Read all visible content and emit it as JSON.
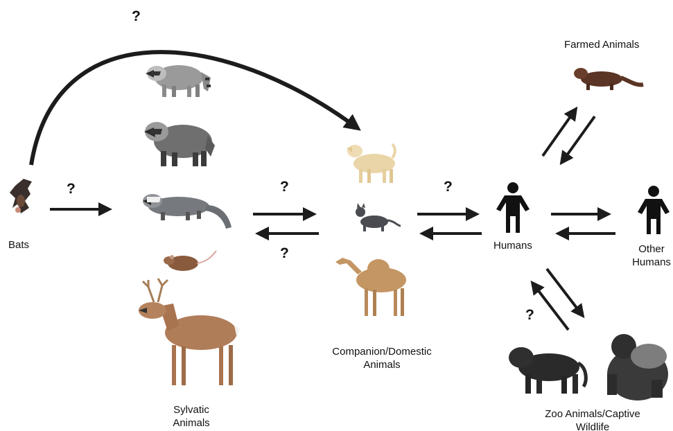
{
  "labels": {
    "bats": "Bats",
    "sylvatic_1": "Sylvatic",
    "sylvatic_2": "Animals",
    "companion_1": "Companion/Domestic",
    "companion_2": "Animals",
    "humans": "Humans",
    "other_humans_1": "Other",
    "other_humans_2": "Humans",
    "farmed": "Farmed Animals",
    "zoo_1": "Zoo Animals/Captive",
    "zoo_2": "Wildlife"
  },
  "question_mark": "?",
  "icons": {
    "bat": "bat-icon",
    "raccoon": "raccoon-icon",
    "raccoon_dog": "raccoon-dog-icon",
    "civet": "civet-icon",
    "rat": "rat-icon",
    "deer": "deer-icon",
    "dog": "dog-icon",
    "cat": "cat-icon",
    "camel": "camel-icon",
    "human": "human-icon",
    "other_human": "human-icon",
    "mink": "mink-icon",
    "tiger": "tiger-icon",
    "gorilla": "gorilla-icon"
  },
  "colors": {
    "arrow": "#1c1c1c",
    "human": "#111111",
    "raccoon": "#8c8c8c",
    "civet": "#76797e",
    "rat": "#8a5a3c",
    "deer": "#b07d59",
    "dog": "#ead5a8",
    "cat": "#4a4c52",
    "camel": "#c49663",
    "mink": "#5a3424",
    "tiger": "#2a2a2a",
    "gorilla": "#3a3a3a"
  }
}
